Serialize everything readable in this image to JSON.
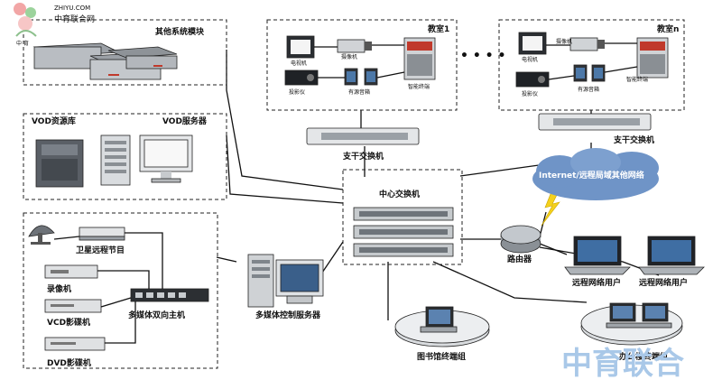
{
  "watermark": {
    "site": "ZHIYU.COM",
    "brand": "中育联合",
    "brand_small": "中育联合网",
    "logo_sub": "中 育"
  },
  "modules": {
    "other_systems": "其他系统模块",
    "vod_library": "VOD资源库",
    "vod_server": "VOD服务器",
    "satellite": "卫星远程节目",
    "vcr": "录像机",
    "vcd": "VCD影碟机",
    "dvd": "DVD影碟机",
    "mm_host": "多媒体双向主机",
    "mm_server": "多媒体控制服务器"
  },
  "classroom1": {
    "title": "教室1",
    "tv": "电视机",
    "camera": "摄像机",
    "projector": "投影仪",
    "audio": "有源音箱",
    "terminal": "智能终端"
  },
  "classroomN": {
    "title": "教室n",
    "tv": "电视机",
    "camera": "摄像机",
    "projector": "投影仪",
    "audio": "有源音箱",
    "terminal": "智能终端"
  },
  "dots": "• • • •",
  "network": {
    "branch_switch_1": "支干交换机",
    "branch_switch_n": "支干交换机",
    "core_switch": "中心交换机",
    "router": "路由器",
    "internet": "Internet/远程局域其他网络",
    "remote_user_1": "远程网络用户",
    "remote_user_2": "远程网络用户",
    "library_group": "图书馆终端组",
    "office_group": "办公楼终端组"
  }
}
